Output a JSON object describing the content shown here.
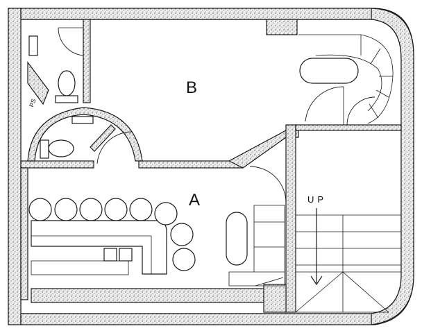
{
  "labels": {
    "room_a": "A",
    "room_b": "B",
    "stair_direction": "UP",
    "pipe_shaft": "PS"
  },
  "colors": {
    "line": "#1a1a1a",
    "wall_fill": "#d9d9d9",
    "background": "#ffffff"
  },
  "icons": {
    "stair_arrow": "arrow-down-icon",
    "door_swing": "door-arc-icon"
  }
}
